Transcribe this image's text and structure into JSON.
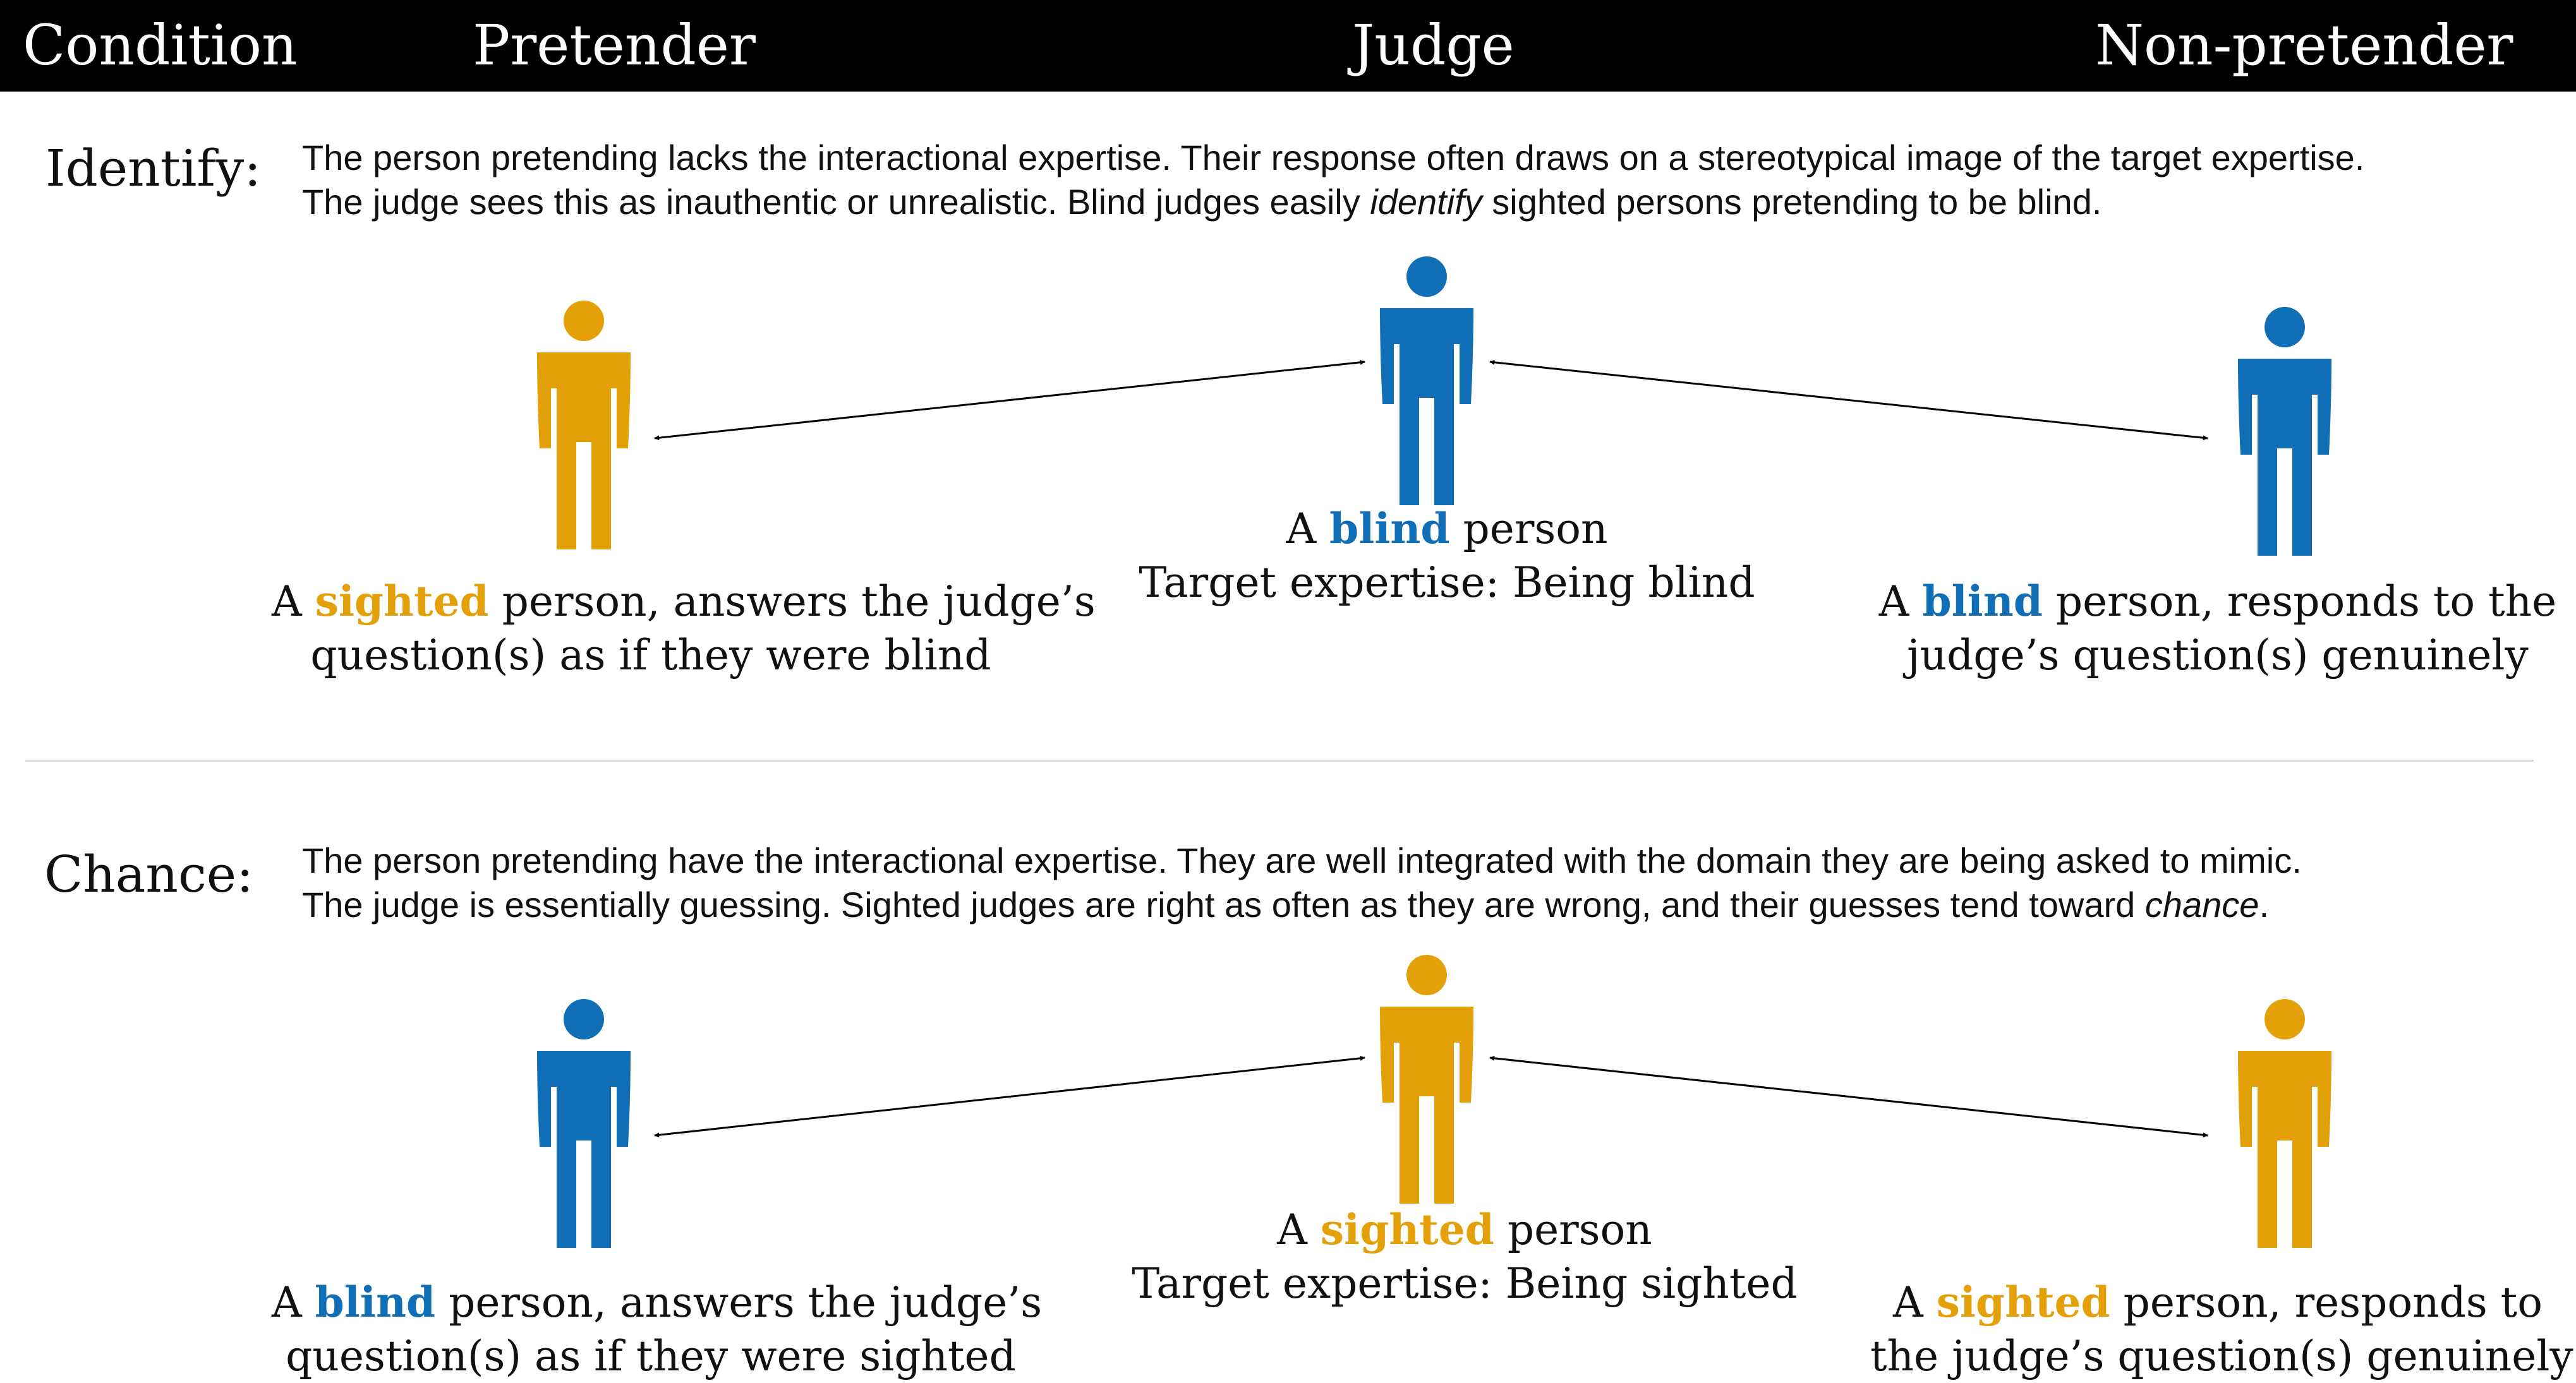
{
  "colors": {
    "sighted": "#E3A008",
    "blind": "#0F6EB5",
    "header_bg": "#000000",
    "header_text": "#FFFFFF"
  },
  "header": {
    "condition": "Condition",
    "pretender": "Pretender",
    "judge": "Judge",
    "non_pretender": "Non-pretender"
  },
  "identify": {
    "label": "Identify:",
    "desc_line1": "The person pretending lacks the interactional expertise. Their response often draws on a stereotypical image of the target expertise.",
    "desc_line2_a": "The judge sees this as inauthentic or unrealistic. Blind judges easily ",
    "desc_line2_em": "identify",
    "desc_line2_b": " sighted persons pretending to be blind.",
    "pretender": {
      "color": "sighted",
      "pre": "A ",
      "keyword": "sighted",
      "post": " person, answers the judge’s",
      "line2": "question(s) as if they were blind"
    },
    "judge": {
      "color": "blind",
      "pre": "A ",
      "keyword": "blind",
      "post": " person",
      "line2": "Target expertise: Being blind"
    },
    "non_pretender": {
      "color": "blind",
      "pre": "A ",
      "keyword": "blind",
      "post": " person, responds to the",
      "line2": "judge’s question(s) genuinely"
    }
  },
  "chance": {
    "label": "Chance:",
    "desc_line1": "The person pretending have the interactional expertise. They are well integrated with the domain they are being asked to mimic.",
    "desc_line2_a": "The judge is essentially guessing. Sighted judges are right as often as they are wrong, and their guesses tend toward ",
    "desc_line2_em": "chance",
    "desc_line2_b": ".",
    "pretender": {
      "color": "blind",
      "pre": "A ",
      "keyword": "blind",
      "post": " person, answers the judge’s",
      "line2": "question(s) as if they were sighted"
    },
    "judge": {
      "color": "sighted",
      "pre": "A ",
      "keyword": "sighted",
      "post": " person",
      "line2": "Target expertise: Being sighted"
    },
    "non_pretender": {
      "color": "sighted",
      "pre": "A ",
      "keyword": "sighted",
      "post": " person, responds to",
      "line2": "the judge’s question(s) genuinely"
    }
  }
}
